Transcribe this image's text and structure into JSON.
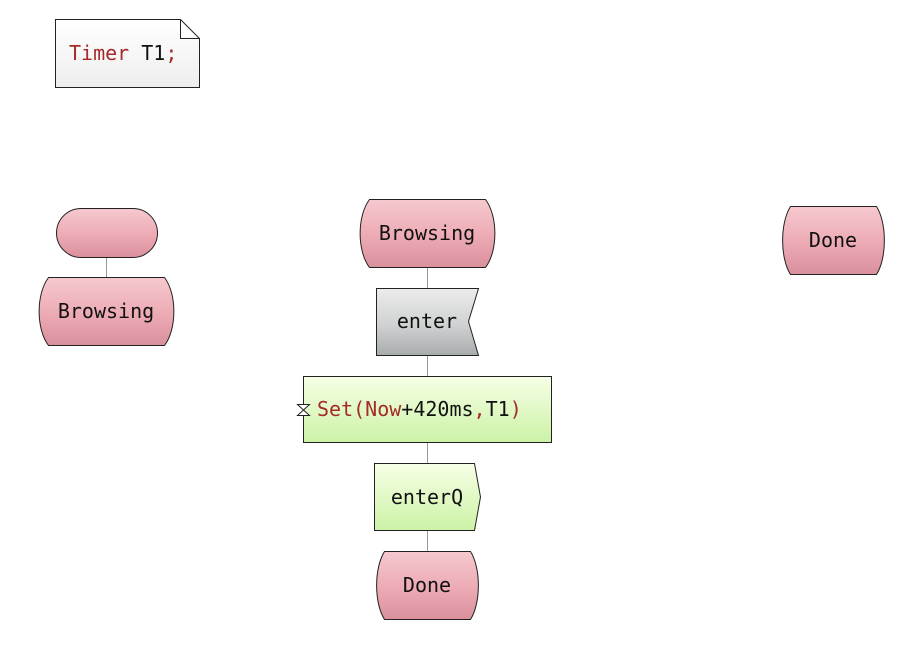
{
  "colors": {
    "state_fill_top": "#f6c9cf",
    "state_fill_bottom": "#d9909c",
    "input_fill_top": "#e6e6e6",
    "input_fill_bottom": "#a9acad",
    "task_fill_top": "#f7ffe6",
    "task_fill_bottom": "#ccf2a6",
    "keyword": "#a52a2a",
    "stroke": "#222222",
    "connector": "#999999"
  },
  "declaration": {
    "keyword": "Timer",
    "name": "T1",
    "terminator": ";"
  },
  "start": {
    "label": "Browsing"
  },
  "transition": {
    "state": "Browsing",
    "input": "enter",
    "task": {
      "icon": "hourglass-icon",
      "func": "Set",
      "open": "(",
      "now": "Now",
      "plus_value": "+420ms",
      "comma": ",",
      "timer": "T1",
      "close": ")"
    },
    "output": "enterQ",
    "next_state": "Done"
  },
  "standalone_state": {
    "label": "Done"
  }
}
